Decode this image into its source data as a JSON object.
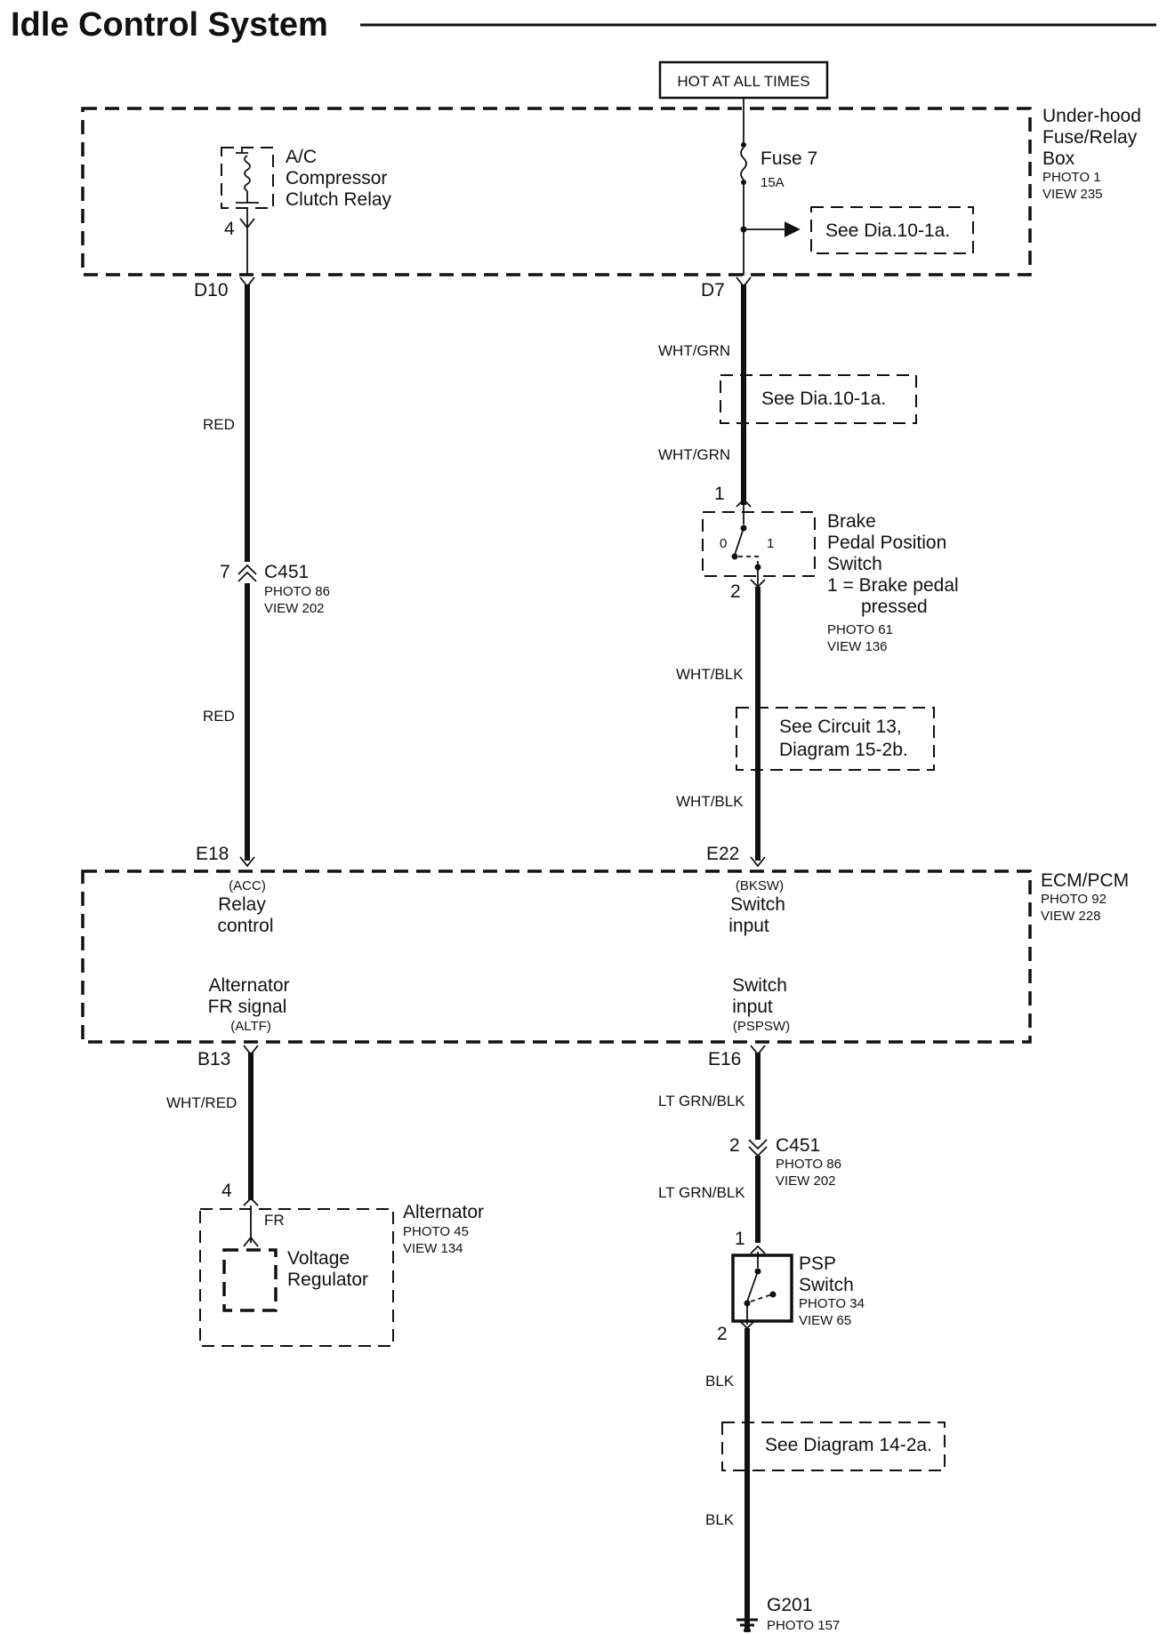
{
  "title": "Idle Control System",
  "hot_label": "HOT AT ALL TIMES",
  "fuse_box": {
    "line1": "Under-hood",
    "line2": "Fuse/Relay",
    "line3": "Box",
    "photo": "PHOTO 1",
    "view": "VIEW 235"
  },
  "relay": {
    "line1": "A/C",
    "line2": "Compressor",
    "line3": "Clutch Relay",
    "pin": "4"
  },
  "fuse": {
    "name": "Fuse 7",
    "rating": "15A"
  },
  "refs": {
    "dia_10_1a_top": "See Dia.10-1a.",
    "dia_10_1a_mid": "See Dia.10-1a.",
    "circuit13_line1": "See Circuit 13,",
    "circuit13_line2": "Diagram 15-2b.",
    "dia_14_2a": "See Diagram 14-2a."
  },
  "pins": {
    "d10": "D10",
    "d7": "D7",
    "e18": "E18",
    "e22": "E22",
    "b13": "B13",
    "e16": "E16",
    "c451a_pin": "7",
    "c451b_pin": "2",
    "brake_pin1": "1",
    "brake_pin2": "2",
    "psp_pin1": "1",
    "psp_pin2": "2",
    "alt_pin": "4"
  },
  "wires": {
    "red_upper": "RED",
    "red_lower": "RED",
    "whtgrn_upper": "WHT/GRN",
    "whtgrn_lower": "WHT/GRN",
    "whtblk_upper": "WHT/BLK",
    "whtblk_lower": "WHT/BLK",
    "whtred": "WHT/RED",
    "ltgrnblk_upper": "LT GRN/BLK",
    "ltgrnblk_lower": "LT GRN/BLK",
    "blk_upper": "BLK",
    "blk_lower": "BLK"
  },
  "c451_a": {
    "name": "C451",
    "photo": "PHOTO 86",
    "view": "VIEW 202"
  },
  "c451_b": {
    "name": "C451",
    "photo": "PHOTO 86",
    "view": "VIEW 202"
  },
  "brake_switch": {
    "line1": "Brake",
    "line2": "Pedal Position",
    "line3": "Switch",
    "note1": "1 = Brake pedal",
    "note2": "pressed",
    "photo": "PHOTO 61",
    "view": "VIEW 136",
    "pos0": "0",
    "pos1": "1"
  },
  "ecm": {
    "name": "ECM/PCM",
    "photo": "PHOTO 92",
    "view": "VIEW 228",
    "acc_tag": "(ACC)",
    "acc_l1": "Relay",
    "acc_l2": "control",
    "bksw_tag": "(BKSW)",
    "bksw_l1": "Switch",
    "bksw_l2": "input",
    "altf_l1": "Alternator",
    "altf_l2": "FR signal",
    "altf_tag": "(ALTF)",
    "pspsw_l1": "Switch",
    "pspsw_l2": "input",
    "pspsw_tag": "(PSPSW)"
  },
  "alternator": {
    "name": "Alternator",
    "photo": "PHOTO 45",
    "view": "VIEW 134",
    "fr": "FR",
    "reg_l1": "Voltage",
    "reg_l2": "Regulator"
  },
  "psp_switch": {
    "line1": "PSP",
    "line2": "Switch",
    "photo": "PHOTO 34",
    "view": "VIEW 65"
  },
  "ground": {
    "name": "G201",
    "photo": "PHOTO 157"
  }
}
